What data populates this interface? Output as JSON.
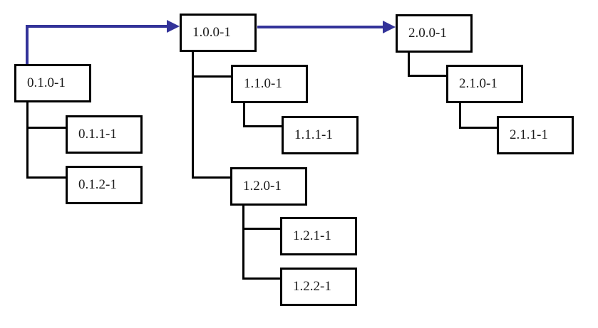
{
  "diagram": {
    "type": "version-tree",
    "accent_color": "#333399",
    "line_color": "#000000",
    "background_color": "#ffffff",
    "nodes": [
      {
        "label": "0.1.0-1"
      },
      {
        "label": "0.1.1-1"
      },
      {
        "label": "0.1.2-1"
      },
      {
        "label": "1.0.0-1"
      },
      {
        "label": "1.1.0-1"
      },
      {
        "label": "1.1.1-1"
      },
      {
        "label": "1.2.0-1"
      },
      {
        "label": "1.2.1-1"
      },
      {
        "label": "1.2.2-1"
      },
      {
        "label": "2.0.0-1"
      },
      {
        "label": "2.1.0-1"
      },
      {
        "label": "2.1.1-1"
      }
    ],
    "tree_edges": [
      [
        "0.1.0-1",
        "0.1.1-1"
      ],
      [
        "0.1.0-1",
        "0.1.2-1"
      ],
      [
        "1.0.0-1",
        "1.1.0-1"
      ],
      [
        "1.1.0-1",
        "1.1.1-1"
      ],
      [
        "1.0.0-1",
        "1.2.0-1"
      ],
      [
        "1.2.0-1",
        "1.2.1-1"
      ],
      [
        "1.2.0-1",
        "1.2.2-1"
      ],
      [
        "2.0.0-1",
        "2.1.0-1"
      ],
      [
        "2.1.0-1",
        "2.1.1-1"
      ]
    ],
    "arrow_path": [
      "0.1.0-1",
      "1.0.0-1",
      "2.0.0-1"
    ]
  }
}
